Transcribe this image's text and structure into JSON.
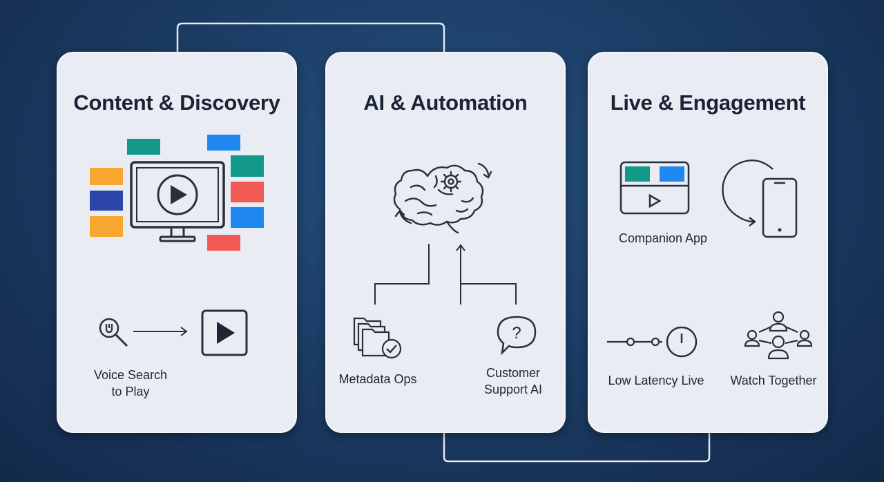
{
  "cards": [
    {
      "title": "Content & Discovery",
      "items": [
        {
          "label_line1": "Voice Search",
          "label_line2": "to Play",
          "icon": "voice-search-icon"
        }
      ],
      "icons": [
        "monitor-play-icon",
        "content-tile-icons",
        "play-button-icon"
      ]
    },
    {
      "title": "AI & Automation",
      "items": [
        {
          "label": "Metadata Ops",
          "icon": "folder-check-icon"
        },
        {
          "label_line1": "Customer",
          "label_line2": "Support AI",
          "icon": "question-bubble-icon"
        }
      ],
      "icons": [
        "brain-gear-icon"
      ]
    },
    {
      "title": "Live & Engagement",
      "items": [
        {
          "label": "Companion App",
          "icon": "companion-app-icon"
        },
        {
          "label": "Low Latency Live",
          "icon": "timeline-clock-icon"
        },
        {
          "label": "Watch Together",
          "icon": "group-users-icon"
        }
      ],
      "icons": [
        "smartphone-icon"
      ]
    }
  ],
  "colors": {
    "background": "#1c3d66",
    "card": "#e9ecf3",
    "teal": "#13998a",
    "blue": "#1e88f0",
    "orange": "#f8a830",
    "navy": "#2b45a8",
    "red": "#f25a55",
    "ink": "#1f2534"
  }
}
